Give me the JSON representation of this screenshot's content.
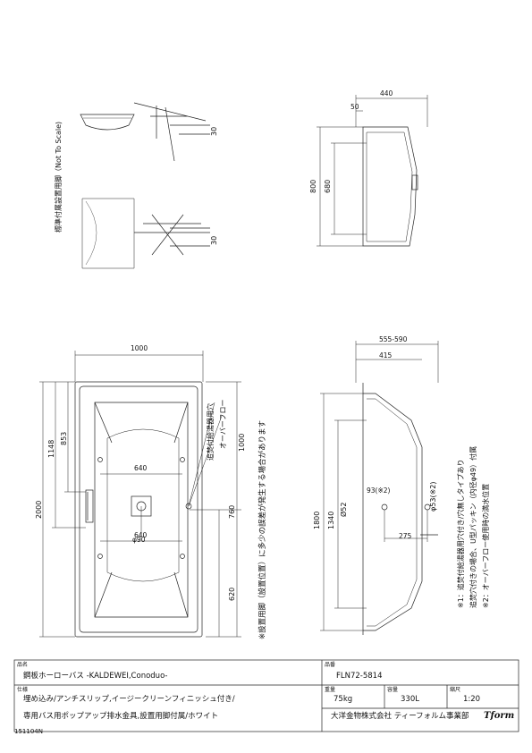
{
  "notes": {
    "side_view_title": "標準付属設置用脚（Not To Scale)",
    "installation_warning": "※設置用脚（設置位置）に多少の誤差が発生する場合があります",
    "footnote1_line1": "※1：追焚付給湯器用穴付き/穴無しタイプあり",
    "footnote1_line2": "追焚穴付きの場合、U型パッキン（内径φ49）付属",
    "footnote2": "※2：オーバーフロー使用時の満水位置"
  },
  "callouts": {
    "reheat_hole": "追焚付給湯器用穴",
    "overflow": "オーバーフロー"
  },
  "dimensions": {
    "top": {
      "width_1000": "1000",
      "d_1148": "1148",
      "d_853": "853",
      "d_2000": "2000",
      "d_640_upper": "640",
      "d_640_lower": "640",
      "d_phi90": "φ90",
      "d_1000_right": "1000",
      "d_760": "760",
      "d_620": "620"
    },
    "end": {
      "d_440": "440",
      "d_50": "50",
      "d_800": "800",
      "d_680": "680"
    },
    "legs": {
      "d_30a": "30",
      "d_30b": "30"
    },
    "side": {
      "d_555_590": "555-590",
      "d_415": "415",
      "d_1800": "1800",
      "d_1340": "1340",
      "d_phi52": "Ø52",
      "d_phi53": "φ53(※2)",
      "d_93": "93(※2)",
      "d_275": "275"
    }
  },
  "title_block": {
    "name_label": "品名",
    "name_value": "鋼板ホーローバス -KALDEWEI,Conoduo-",
    "code_label": "品番",
    "code_value": "FLN72-5814",
    "spec_label": "仕様",
    "spec_line1": "埋め込み/アンチスリップ,イージークリーンフィニッシュ付き/",
    "spec_line2": "専用バス用ポップアップ排水金具,設置用脚付属/ホワイト",
    "weight_label": "重量",
    "weight_value": "75kg",
    "capacity_label": "容量",
    "capacity_value": "330L",
    "scale_label": "縮尺",
    "scale_value": "1:20",
    "company": "大洋金物株式会社 ティーフォルム事業部",
    "logo_text": "Tform"
  },
  "footer_code": "151104N"
}
